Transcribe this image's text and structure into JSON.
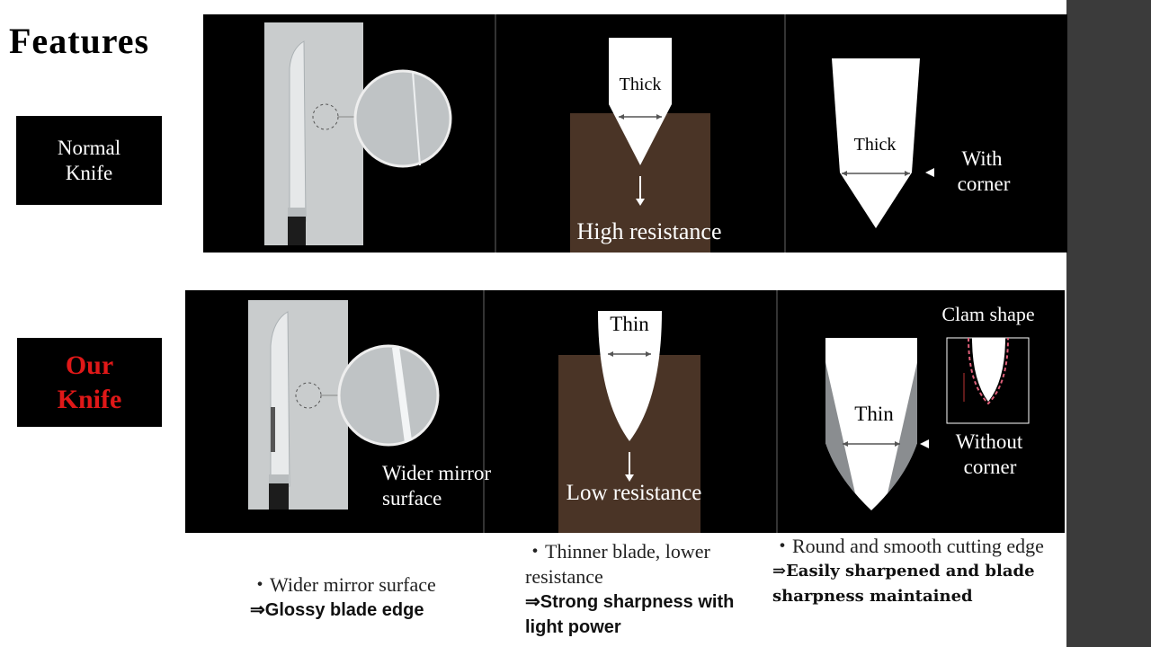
{
  "slide": {
    "title": "Features"
  },
  "normal": {
    "label_line1": "Normal",
    "label_line2": "Knife",
    "thick_top": "Thick",
    "resistance": "High resistance",
    "thick_side": "Thick",
    "corner_line1": "With",
    "corner_line2": "corner"
  },
  "ours": {
    "label_line1": "Our",
    "label_line2": "Knife",
    "mirror_line1": "Wider mirror",
    "mirror_line2": "surface",
    "thin_top": "Thin",
    "resistance": "Low resistance",
    "clam": "Clam shape",
    "thin_side": "Thin",
    "corner_line1": "Without",
    "corner_line2": "corner"
  },
  "captions": {
    "c1_lead": "・Wider mirror surface",
    "c1_result": "⇒Glossy blade edge",
    "c2_lead": "・Thinner blade, lower resistance",
    "c2_result": "⇒Strong sharpness with light power",
    "c3_lead": "・Round and smooth cutting edge",
    "c3_result": "⇒Easily sharpened and blade sharpness maintained"
  },
  "colors": {
    "accent_red": "#e01818",
    "panel_bg": "#000000",
    "wood": "#4a3426",
    "sidebar": "#3b3b3b"
  }
}
